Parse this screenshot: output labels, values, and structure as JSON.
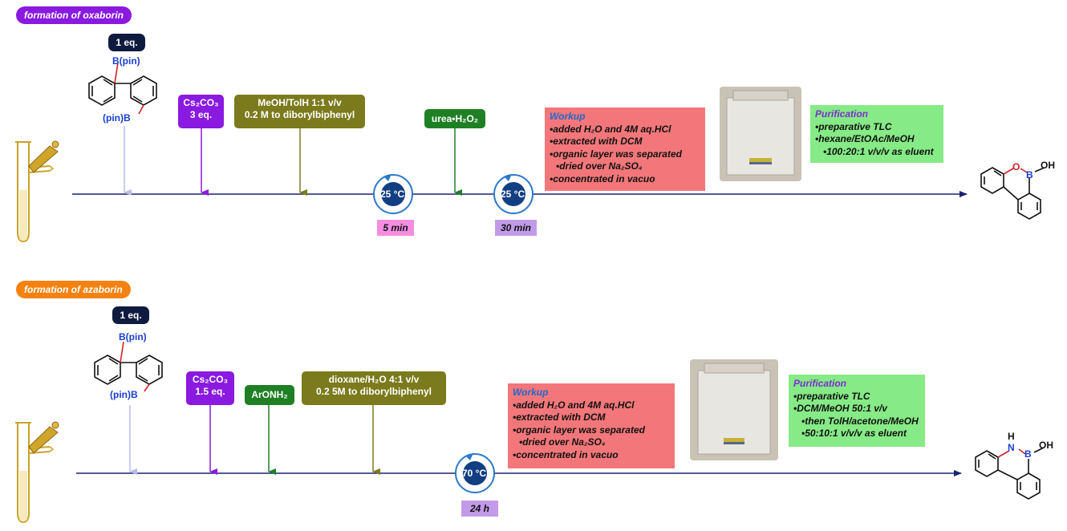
{
  "oxaborin": {
    "section_label": "formation of oxaborin",
    "start_eq": "1 eq.",
    "start_top_group": "B(pin)",
    "start_bottom_group": "(pin)B",
    "base_name": "Cs₂CO₃",
    "base_amount": "3 eq.",
    "solvent_line1": "MeOH/TolH 1:1 v/v",
    "solvent_line2": "0.2 M to diborylbiphenyl",
    "oxidant": "urea•H₂O₂",
    "temp1": "25 °C",
    "time1": "5 min",
    "temp2": "25 °C",
    "time2": "30 min",
    "workup_title": "Workup",
    "workup_items": [
      "added H₂O and 4M aq.HCl",
      "extracted with DCM",
      "organic layer was separated",
      "dried over Na₂SO₄",
      "concentrated in vacuo"
    ],
    "purification_title": "Purification",
    "purification_items": [
      "preparative TLC",
      "hexane/EtOAc/MeOH",
      "100:20:1 v/v/v as eluent"
    ],
    "product_heteroatom": "O",
    "product_boron": "B",
    "product_oh": "OH"
  },
  "azaborin": {
    "section_label": "formation of azaborin",
    "start_eq": "1 eq.",
    "start_top_group": "B(pin)",
    "start_bottom_group": "(pin)B",
    "base_name": "Cs₂CO₃",
    "base_amount": "1.5 eq.",
    "amine": "ArONH₂",
    "solvent_line1": "dioxane/H₂O 4:1 v/v",
    "solvent_line2": "0.2 5M to diborylbiphenyl",
    "temp1": "70 °C",
    "time1": "24 h",
    "workup_title": "Workup",
    "workup_items": [
      "added H₂O and 4M aq.HCl",
      "extracted with DCM",
      "organic layer was separated",
      "dried over Na₂SO₄",
      "concentrated in vacuo"
    ],
    "purification_title": "Purification",
    "purification_items": [
      "preparative TLC",
      "DCM/MeOH 50:1 v/v",
      "then TolH/acetone/MeOH",
      "50:10:1 v/v/v as eluent"
    ],
    "product_h": "H",
    "product_heteroatom": "N",
    "product_boron": "B",
    "product_oh": "OH"
  },
  "colors": {
    "oxaborin_accent": "#8a1adf",
    "azaborin_accent": "#f5820f",
    "timeline": "#1a2270",
    "bond_red": "#d0202a",
    "boron_blue": "#1a3fd0"
  }
}
